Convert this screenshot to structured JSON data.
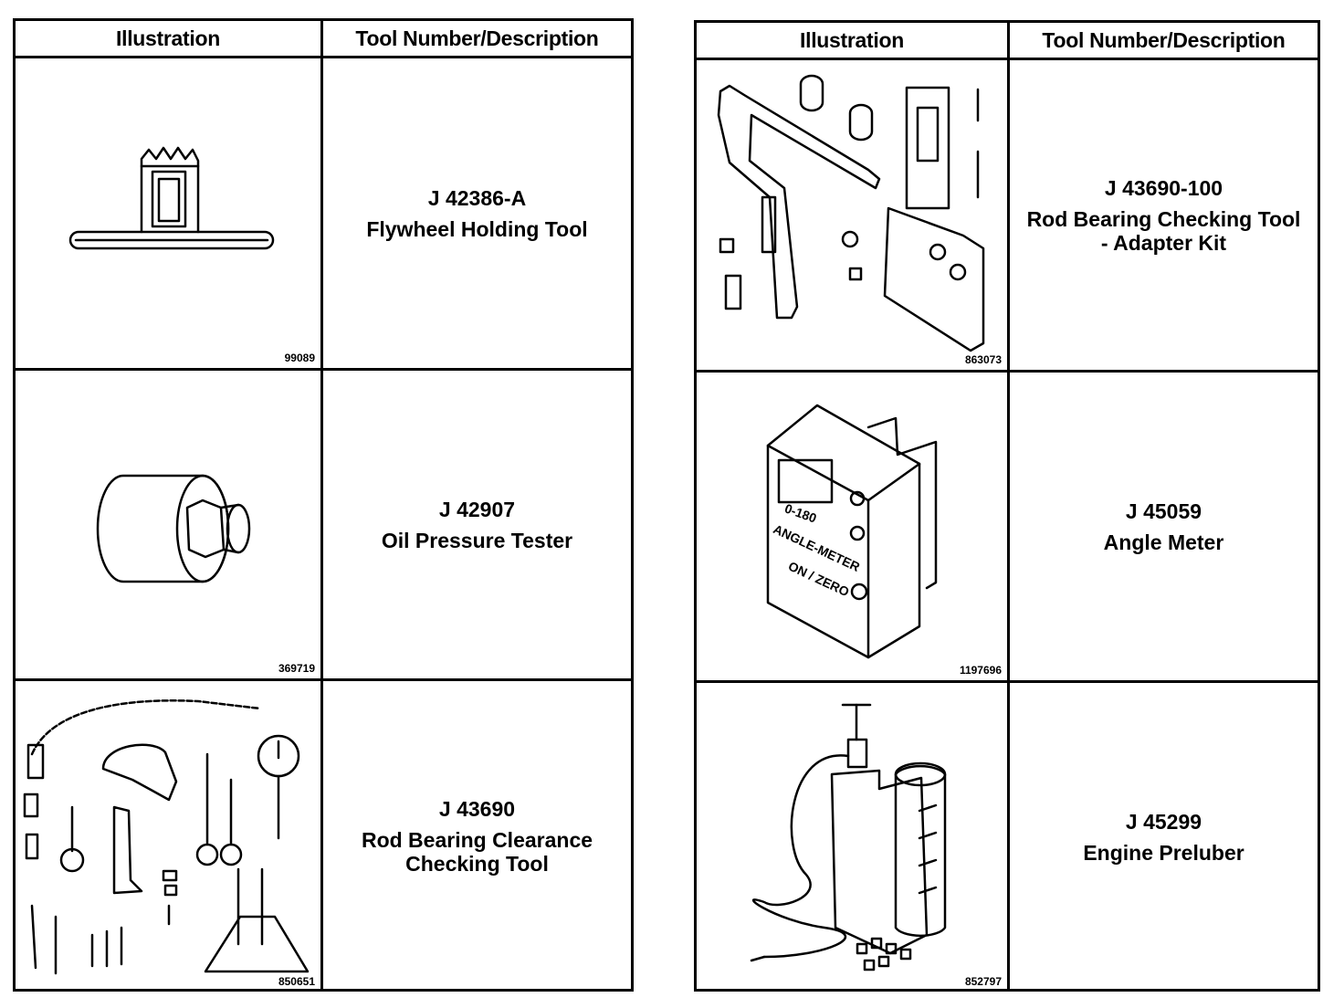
{
  "headers": {
    "illustration": "Illustration",
    "tool": "Tool Number/Description"
  },
  "left_rows": [
    {
      "number": "J 42386-A",
      "desc1": "Flywheel Holding Tool",
      "desc2": "",
      "figure": "99089",
      "icon": "flywheel-holding-tool-icon"
    },
    {
      "number": "J 42907",
      "desc1": "Oil Pressure Tester",
      "desc2": "",
      "figure": "369719",
      "icon": "oil-pressure-tester-icon"
    },
    {
      "number": "J 43690",
      "desc1": "Rod Bearing Clearance",
      "desc2": "Checking Tool",
      "figure": "850651",
      "icon": "rod-bearing-clearance-tool-icon"
    }
  ],
  "right_rows": [
    {
      "number": "J 43690-100",
      "desc1": "Rod Bearing Checking Tool",
      "desc2": "- Adapter Kit",
      "figure": "863073",
      "icon": "adapter-kit-icon"
    },
    {
      "number": "J 45059",
      "desc1": "Angle Meter",
      "desc2": "",
      "figure": "1197696",
      "icon": "angle-meter-icon",
      "meter_text": [
        "0-180",
        "ANGLE-METER",
        "ON / ZERO"
      ]
    },
    {
      "number": "J 45299",
      "desc1": "Engine Preluber",
      "desc2": "",
      "figure": "852797",
      "icon": "engine-preluber-icon"
    }
  ]
}
